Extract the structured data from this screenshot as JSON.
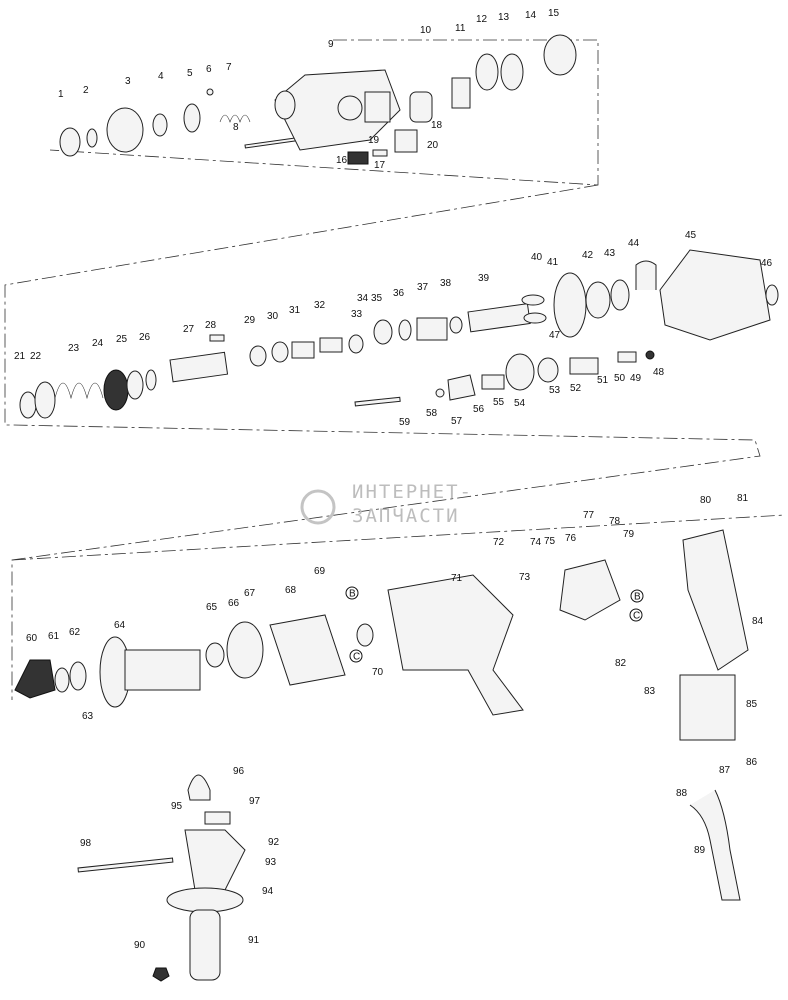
{
  "diagram": {
    "type": "exploded-parts-view",
    "watermark": {
      "line1": "ИНТЕРНЕТ-",
      "line2": "ЗАПЧАСТИ"
    },
    "part_numbers": [
      "1",
      "2",
      "3",
      "4",
      "5",
      "6",
      "7",
      "8",
      "9",
      "10",
      "11",
      "12",
      "13",
      "14",
      "15",
      "16",
      "17",
      "18",
      "19",
      "20",
      "21",
      "22",
      "23",
      "24",
      "25",
      "26",
      "27",
      "28",
      "29",
      "30",
      "31",
      "32",
      "33",
      "34",
      "35",
      "36",
      "37",
      "38",
      "39",
      "40",
      "41",
      "42",
      "43",
      "44",
      "45",
      "46",
      "47",
      "48",
      "49",
      "50",
      "51",
      "52",
      "53",
      "54",
      "55",
      "56",
      "57",
      "58",
      "59",
      "60",
      "61",
      "62",
      "63",
      "64",
      "65",
      "66",
      "67",
      "68",
      "69",
      "70",
      "71",
      "72",
      "73",
      "74",
      "75",
      "76",
      "77",
      "78",
      "79",
      "80",
      "81",
      "82",
      "83",
      "84",
      "85",
      "86",
      "87",
      "88",
      "89",
      "90",
      "91",
      "92",
      "93",
      "94",
      "95",
      "96",
      "97",
      "98"
    ],
    "connectors": [
      "B",
      "C"
    ]
  }
}
